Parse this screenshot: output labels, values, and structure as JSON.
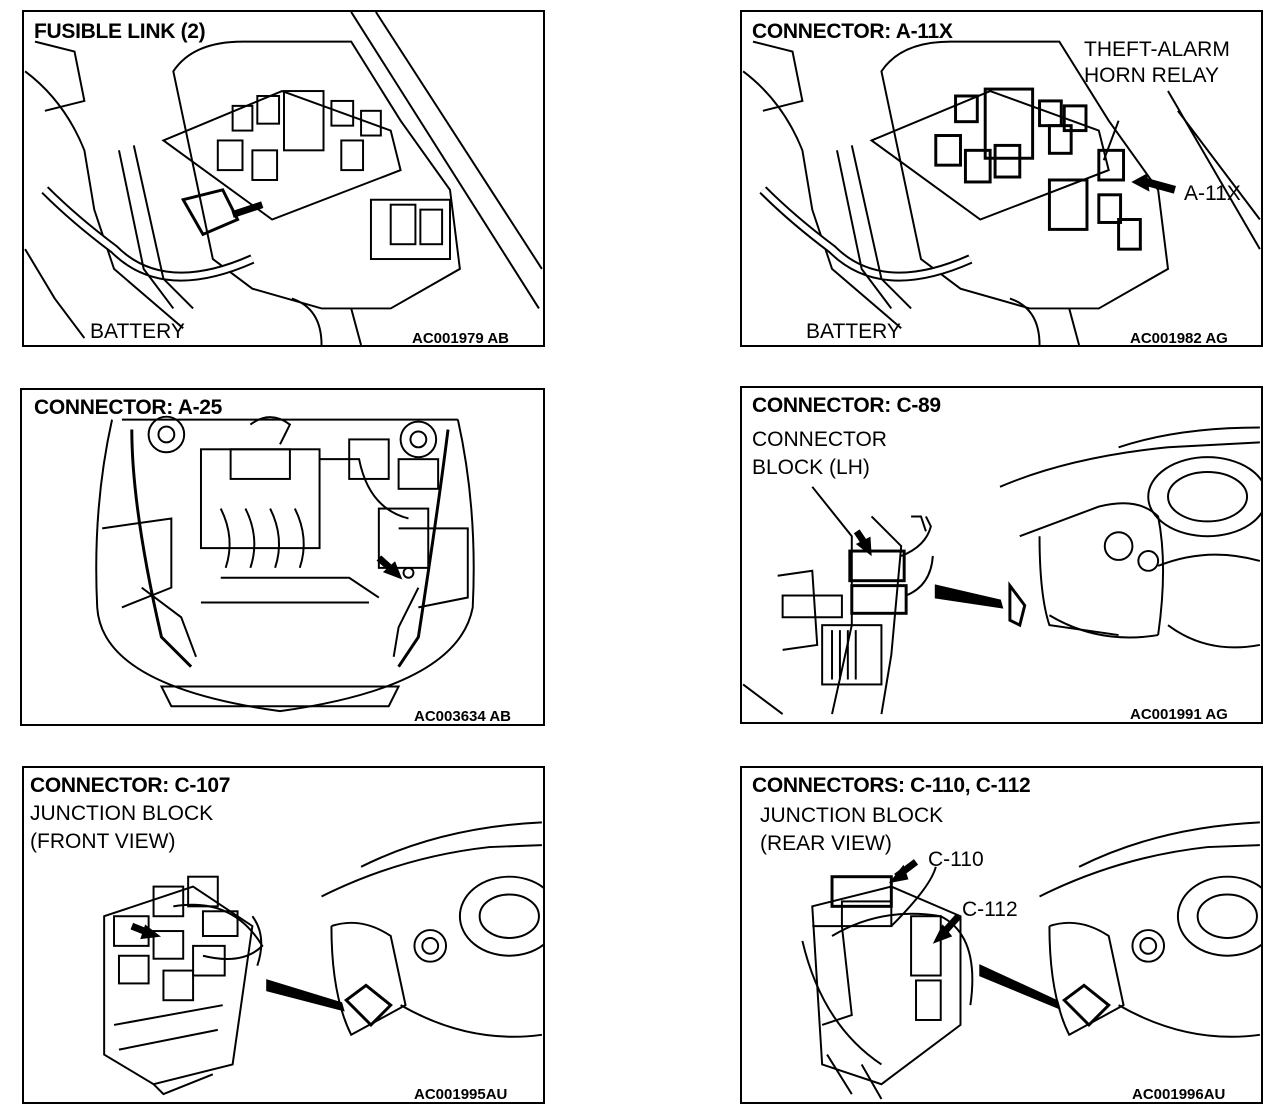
{
  "panels": [
    {
      "title": "FUSIBLE LINK (2)",
      "labels": [
        "BATTERY"
      ],
      "code": "AC001979 AB"
    },
    {
      "title": "CONNECTOR: A-11X",
      "labels": [
        "THEFT-ALARM",
        "HORN RELAY",
        "A-11X",
        "BATTERY"
      ],
      "code": "AC001982 AG"
    },
    {
      "title": "CONNECTOR: A-25",
      "labels": [],
      "code": "AC003634 AB"
    },
    {
      "title": "CONNECTOR: C-89",
      "labels": [
        "CONNECTOR",
        "BLOCK (LH)"
      ],
      "code": "AC001991 AG"
    },
    {
      "title": "CONNECTOR: C-107",
      "labels": [
        "JUNCTION BLOCK",
        "(FRONT VIEW)"
      ],
      "code": "AC001995AU"
    },
    {
      "title": "CONNECTORS: C-110, C-112",
      "labels": [
        "JUNCTION BLOCK",
        "(REAR VIEW)",
        "C-110",
        "C-112"
      ],
      "code": "AC001996AU"
    }
  ]
}
